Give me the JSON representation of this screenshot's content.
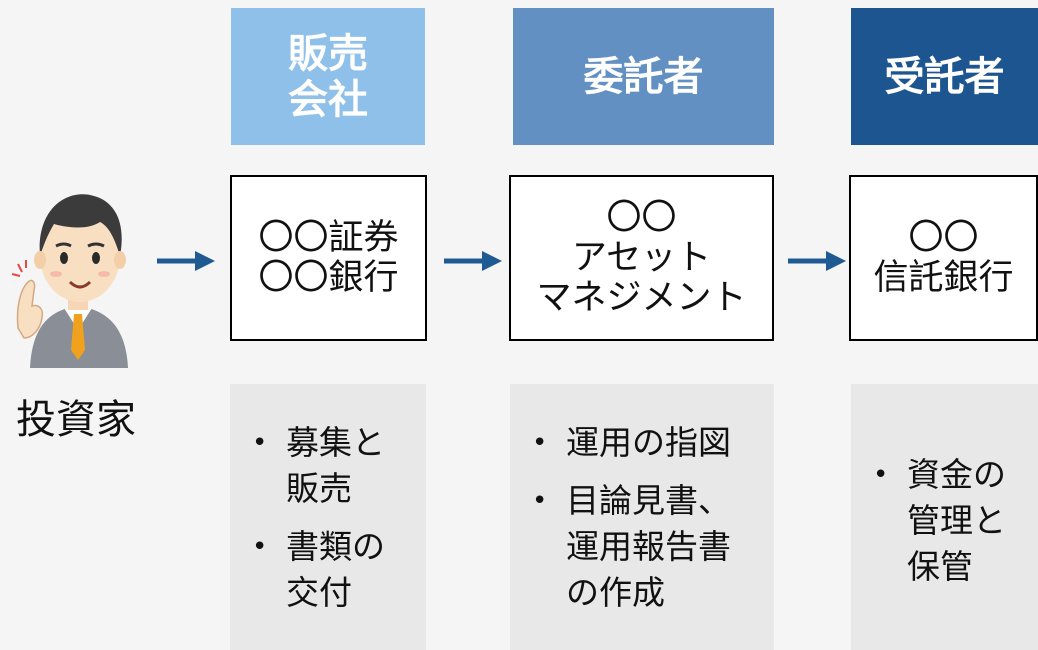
{
  "headers": {
    "sales": "販売\n会社",
    "trustor": "委託者",
    "trustee": "受託者"
  },
  "entities": {
    "sales": "〇〇証券\n〇〇銀行",
    "trustor": "〇〇\nアセット\nマネジメント",
    "trustee": "〇〇\n信託銀行"
  },
  "investor": {
    "label": "投資家"
  },
  "roles": {
    "sales": [
      "募集と\n販売",
      "書類の\n交付"
    ],
    "trustor": [
      "運用の指図",
      "目論見書、\n運用報告書\nの作成"
    ],
    "trustee": [
      "資金の\n管理と\n保管"
    ]
  },
  "colors": {
    "sales_header": "#8fc0ea",
    "trustor_header": "#6290c3",
    "trustee_header": "#1c5590",
    "arrow": "#1f5a93",
    "role_bg": "#e8e8e8"
  }
}
